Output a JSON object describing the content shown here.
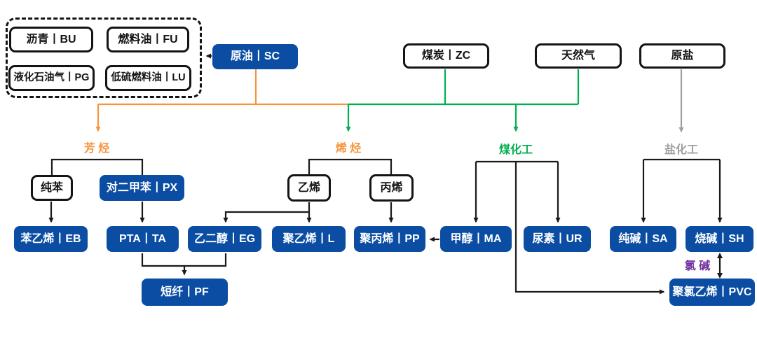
{
  "refined_products_group": {
    "bu": "沥青丨BU",
    "fu": "燃料油丨FU",
    "pg": "液化石油气丨PG",
    "lu": "低硫燃料油丨LU"
  },
  "sources": {
    "sc": "原油丨SC",
    "zc": "煤炭丨ZC",
    "natural_gas": "天然气",
    "raw_salt": "原盐"
  },
  "chain_labels": {
    "aromatics": "芳 烃",
    "olefins": "烯 烃",
    "coal_chemical": "煤化工",
    "salt_chemical": "盐化工",
    "chlor_alkali": "氯 碱"
  },
  "intermediates": {
    "benzene": "纯苯",
    "px": "对二甲苯丨PX",
    "ethylene": "乙烯",
    "propylene": "丙烯"
  },
  "products": {
    "eb": "苯乙烯丨EB",
    "ta": "PTA丨TA",
    "eg": "乙二醇丨EG",
    "l": "聚乙烯丨L",
    "pp": "聚丙烯丨PP",
    "ma": "甲醇丨MA",
    "ur": "尿素丨UR",
    "sa": "纯碱丨SA",
    "sh": "烧碱丨SH",
    "pf": "短纤丨PF",
    "pvc": "聚氯乙烯丨PVC"
  },
  "colors": {
    "node_blue": "#0B4DA2",
    "oil_line_orange": "#F6953E",
    "coal_line_green": "#00B050",
    "salt_line_gray": "#9E9E9E",
    "chlor_alkali_purple": "#7030A0",
    "line_black": "#1A1A1A"
  }
}
